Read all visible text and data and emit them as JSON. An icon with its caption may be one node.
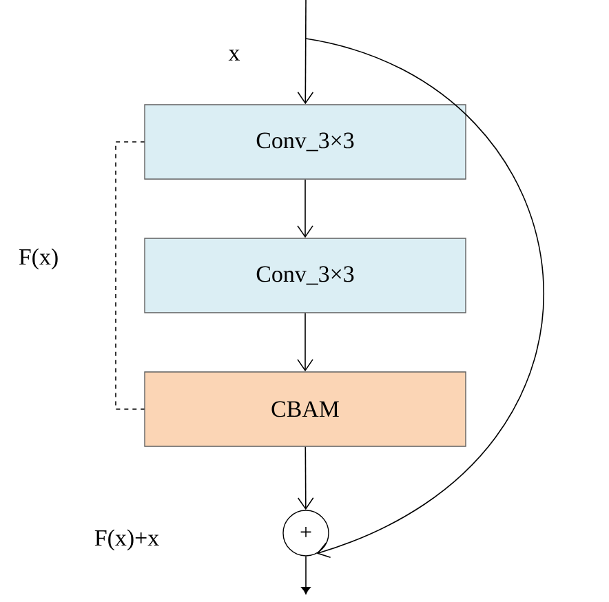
{
  "diagram": {
    "nodes": [
      {
        "text": [
          "Conv_3×3"
        ]
      },
      {
        "text": [
          "Conv_3×3"
        ]
      },
      {
        "text": [
          "CBAM"
        ]
      },
      {
        "text": [
          "+"
        ]
      }
    ],
    "edges": [
      {
        "from": null,
        "to": 0,
        "arrow": "to"
      },
      {
        "from": 0,
        "to": 1,
        "arrow": "to"
      },
      {
        "from": 1,
        "to": 2,
        "arrow": "to"
      },
      {
        "from": 2,
        "to": 3,
        "arrow": "to"
      },
      {
        "from": 3,
        "to": null,
        "arrow": "to"
      },
      {
        "from": null,
        "to": 3,
        "arrow": "to"
      }
    ],
    "labels": [
      "x",
      "F(x)",
      "F(x)+x"
    ]
  }
}
